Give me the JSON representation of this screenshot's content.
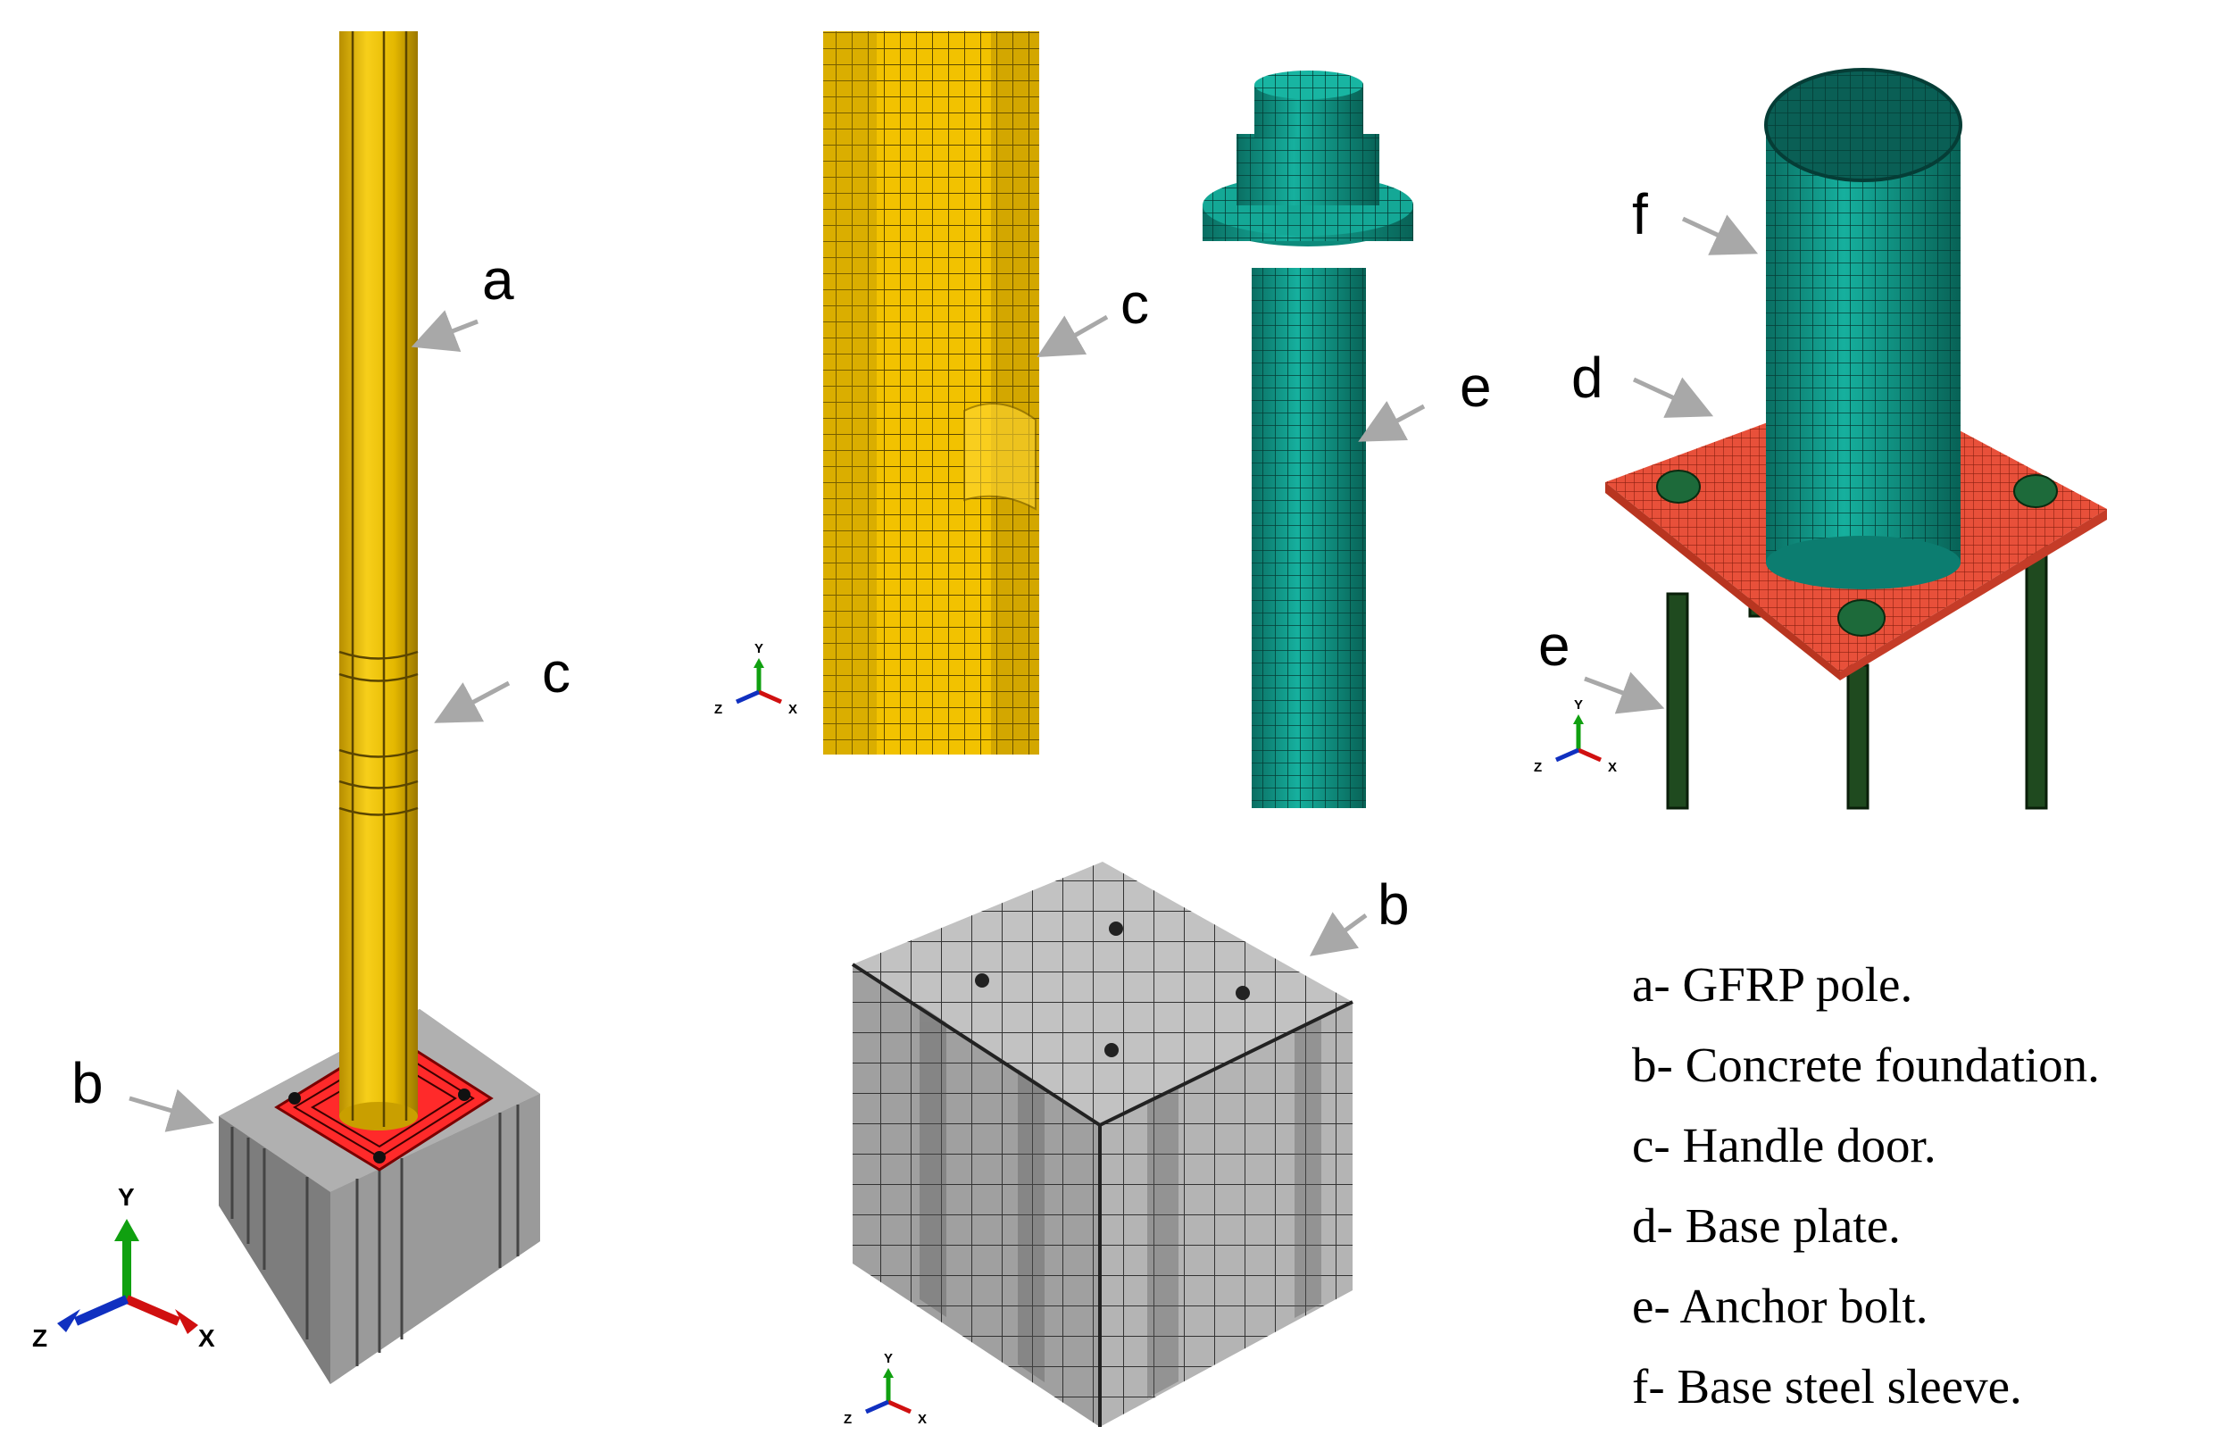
{
  "callouts": {
    "a": "a",
    "b": "b",
    "c": "c",
    "d": "d",
    "e": "e",
    "f": "f"
  },
  "axis": {
    "x": "X",
    "y": "Y",
    "z": "Z"
  },
  "legend": [
    {
      "letter": "a-",
      "text": "GFRP pole."
    },
    {
      "letter": "b-",
      "text": "Concrete foundation."
    },
    {
      "letter": "c-",
      "text": "Handle door."
    },
    {
      "letter": "d-",
      "text": "Base plate."
    },
    {
      "letter": "e-",
      "text": "Anchor bolt."
    },
    {
      "letter": "f-",
      "text": "Base steel sleeve."
    }
  ],
  "colors": {
    "pole": "#f2c200",
    "pole_edge": "#6b5200",
    "teal": "#0f9a8a",
    "plate": "#e8503a",
    "concrete": "#9a9a9a",
    "red_mesh": "#e01020",
    "axis_x": "#d01010",
    "axis_y": "#10a010",
    "axis_z": "#1030c0"
  }
}
